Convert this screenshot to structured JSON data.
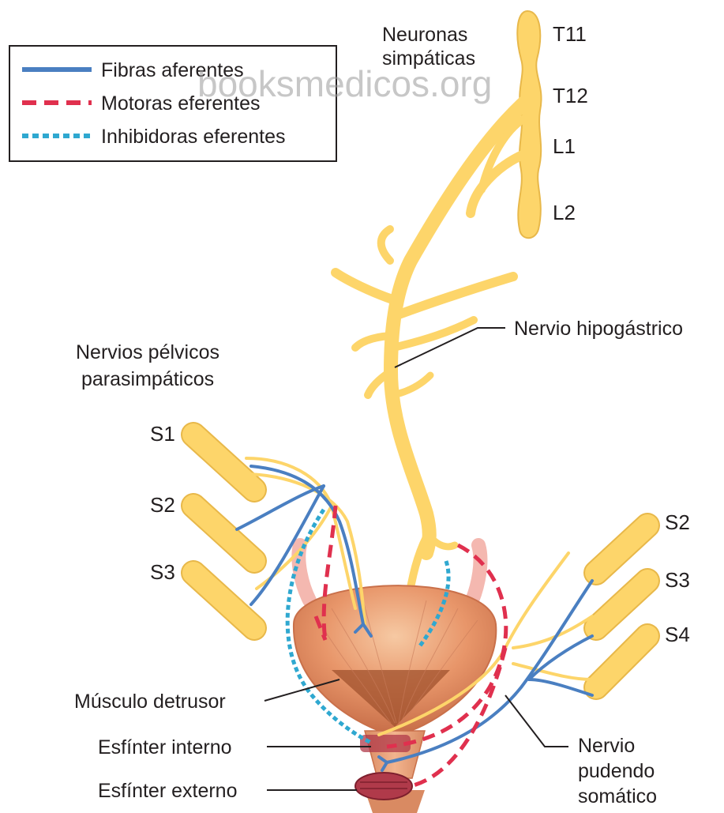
{
  "watermark": "booksmedicos.org",
  "legend": {
    "items": [
      {
        "label": "Fibras aferentes",
        "style": "solid",
        "color": "#4a7fc1"
      },
      {
        "label": "Motoras eferentes",
        "style": "dashed",
        "color": "#e0304e"
      },
      {
        "label": "Inhibidoras eferentes",
        "style": "dotted",
        "color": "#2fa8d0"
      }
    ]
  },
  "labels": {
    "sympathetic_line1": "Neuronas",
    "sympathetic_line2": "simpáticas",
    "hypogastric": "Nervio hipogástrico",
    "pelvic_line1": "Nervios pélvicos",
    "pelvic_line2": "parasimpáticos",
    "detrusor": "Músculo detrusor",
    "internal_sphincter": "Esfínter interno",
    "external_sphincter": "Esfínter externo",
    "pudendal_line1": "Nervio",
    "pudendal_line2": "pudendo",
    "pudendal_line3": "somático"
  },
  "segments": {
    "spinal": [
      "T11",
      "T12",
      "L1",
      "L2"
    ],
    "left_sacral": [
      "S1",
      "S2",
      "S3"
    ],
    "right_sacral": [
      "S2",
      "S3",
      "S4"
    ]
  },
  "colors": {
    "nerve": "#fdd56a",
    "nerve_outline": "#e8b84a",
    "bladder": "#e8966a",
    "bladder_dark": "#a0522d",
    "sphincter": "#b03a4a"
  }
}
